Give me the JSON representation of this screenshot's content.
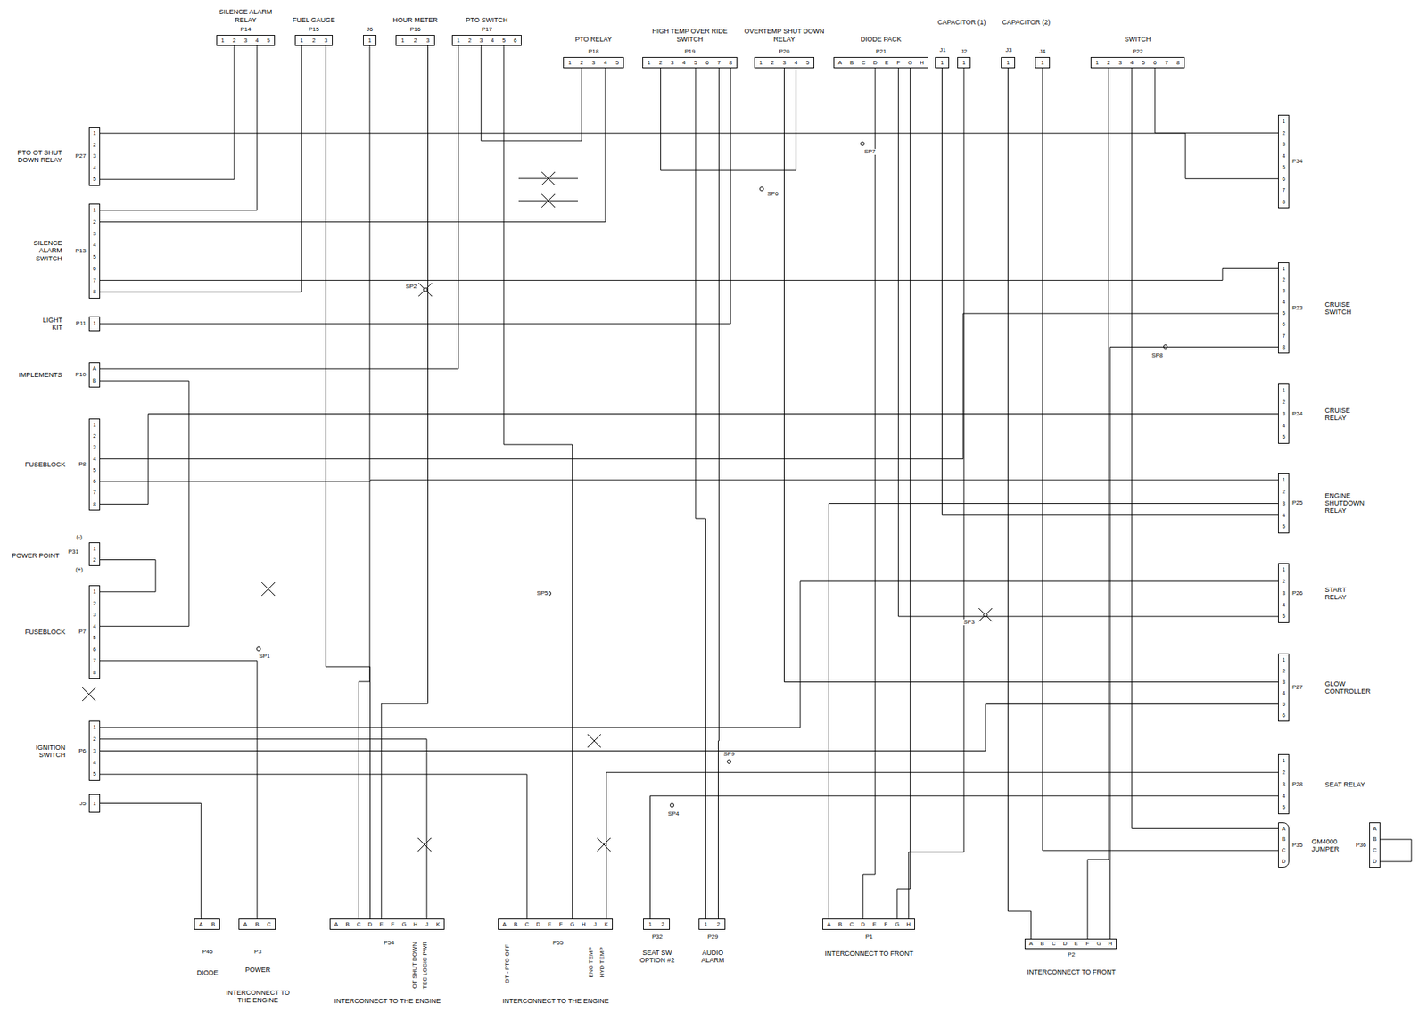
{
  "diagram": {
    "nodes": [
      {
        "text": [
          "SILENCE ALARM RELAY",
          "P14",
          "1",
          "2",
          "3",
          "4",
          "5"
        ]
      },
      {
        "text": [
          "FUEL GAUGE",
          "P15",
          "1",
          "2",
          "3"
        ]
      },
      {
        "text": [
          "J6",
          "1"
        ]
      },
      {
        "text": [
          "HOUR METER",
          "P16",
          "1",
          "2",
          "3"
        ]
      },
      {
        "text": [
          "PTO SWITCH",
          "P17",
          "1",
          "2",
          "3",
          "4",
          "5",
          "6"
        ]
      },
      {
        "text": [
          "PTO RELAY",
          "P18",
          "1",
          "2",
          "3",
          "4",
          "5"
        ]
      },
      {
        "text": [
          "HIGH TEMP OVER RIDE SWITCH",
          "P19",
          "1",
          "2",
          "3",
          "4",
          "5",
          "6",
          "7",
          "8"
        ]
      },
      {
        "text": [
          "OVERTEMP SHUT DOWN RELAY",
          "P20",
          "1",
          "2",
          "3",
          "4",
          "5"
        ]
      },
      {
        "text": [
          "DIODE PACK",
          "P21",
          "A",
          "B",
          "C",
          "D",
          "E",
          "F",
          "G",
          "H"
        ]
      },
      {
        "text": [
          "CAPACITOR (1)",
          "J1",
          "1"
        ]
      },
      {
        "text": [
          "J2",
          "1"
        ]
      },
      {
        "text": [
          "CAPACITOR (2)",
          "J3",
          "1"
        ]
      },
      {
        "text": [
          "J4",
          "1"
        ]
      },
      {
        "text": [
          "SWITCH",
          "P22",
          "1",
          "2",
          "3",
          "4",
          "5",
          "6",
          "7",
          "8"
        ]
      },
      {
        "text": [
          "PTO OT SHUT DOWN RELAY",
          "P27",
          "1",
          "2",
          "3",
          "4",
          "5"
        ]
      },
      {
        "text": [
          "SILENCE ALARM SWITCH",
          "P13",
          "1",
          "2",
          "3",
          "4",
          "5",
          "6",
          "7",
          "8"
        ]
      },
      {
        "text": [
          "LIGHT KIT",
          "P11",
          "1"
        ]
      },
      {
        "text": [
          "IMPLEMENTS",
          "P10",
          "A",
          "B"
        ]
      },
      {
        "text": [
          "FUSEBLOCK",
          "P8",
          "1",
          "2",
          "3",
          "4",
          "5",
          "6",
          "7",
          "8"
        ]
      },
      {
        "text": [
          "POWER POINT",
          "P31",
          "(-)",
          "(+)",
          "1",
          "2"
        ]
      },
      {
        "text": [
          "FUSEBLOCK",
          "P7",
          "1",
          "2",
          "3",
          "4",
          "5",
          "6",
          "7",
          "8"
        ]
      },
      {
        "text": [
          "IGNITION SWITCH",
          "P6",
          "1",
          "2",
          "3",
          "4",
          "5"
        ]
      },
      {
        "text": [
          "J5",
          "1"
        ]
      },
      {
        "text": [
          "P34",
          "1",
          "2",
          "3",
          "4",
          "5",
          "6",
          "7",
          "8"
        ]
      },
      {
        "text": [
          "CRUISE SWITCH",
          "P23",
          "1",
          "2",
          "3",
          "4",
          "5",
          "6",
          "7",
          "8"
        ]
      },
      {
        "text": [
          "CRUISE RELAY",
          "P24",
          "1",
          "2",
          "3",
          "4",
          "5"
        ]
      },
      {
        "text": [
          "ENGINE SHUTDOWN RELAY",
          "P25",
          "1",
          "2",
          "3",
          "4",
          "5"
        ]
      },
      {
        "text": [
          "START RELAY",
          "P26",
          "1",
          "2",
          "3",
          "4",
          "5"
        ]
      },
      {
        "text": [
          "GLOW CONTROLLER",
          "P27",
          "1",
          "2",
          "3",
          "4",
          "5",
          "6"
        ]
      },
      {
        "text": [
          "SEAT RELAY",
          "P28",
          "1",
          "2",
          "3",
          "4",
          "5"
        ]
      },
      {
        "text": [
          "GM4000 JUMPER",
          "P35",
          "A",
          "B",
          "C",
          "D"
        ]
      },
      {
        "text": [
          "P36",
          "A",
          "B",
          "C",
          "D"
        ]
      },
      {
        "text": [
          "P45",
          "DIODE",
          "A",
          "B"
        ]
      },
      {
        "text": [
          "P3",
          "POWER",
          "INTERCONNECT TO THE ENGINE",
          "A",
          "B",
          "C"
        ]
      },
      {
        "text": [
          "P54",
          "OT SHUT DOWN",
          "TEC LOGIC PWR",
          "INTERCONNECT TO THE ENGINE",
          "A",
          "B",
          "C",
          "D",
          "E",
          "F",
          "G",
          "H",
          "J",
          "K"
        ]
      },
      {
        "text": [
          "P55",
          "OT - PTO OFF",
          "ENG TEMP",
          "HYD TEMP",
          "INTERCONNECT TO THE ENGINE",
          "A",
          "B",
          "C",
          "D",
          "E",
          "F",
          "G",
          "H",
          "J",
          "K"
        ]
      },
      {
        "text": [
          "P32",
          "SEAT SW OPTION #2",
          "1",
          "2"
        ]
      },
      {
        "text": [
          "P29",
          "AUDIO ALARM",
          "1",
          "2"
        ]
      },
      {
        "text": [
          "P1",
          "INTERCONNECT TO FRONT",
          "A",
          "B",
          "C",
          "D",
          "E",
          "F",
          "G",
          "H"
        ]
      },
      {
        "text": [
          "P2",
          "INTERCONNECT TO FRONT",
          "A",
          "B",
          "C",
          "D",
          "E",
          "F",
          "G",
          "H"
        ]
      }
    ],
    "edges": [
      {
        "from": 0,
        "to": 15,
        "arrow": "none"
      },
      {
        "from": 0,
        "to": 14,
        "arrow": "none"
      },
      {
        "from": 1,
        "to": 15,
        "arrow": "none"
      },
      {
        "from": 1,
        "to": 34,
        "arrow": "none"
      },
      {
        "from": 3,
        "to": 34,
        "arrow": "none"
      },
      {
        "from": 2,
        "to": 34,
        "arrow": "none"
      },
      {
        "from": 4,
        "to": 17,
        "arrow": "none"
      },
      {
        "from": 4,
        "to": 5,
        "arrow": "none"
      },
      {
        "from": 4,
        "to": 35,
        "arrow": "none"
      },
      {
        "from": 5,
        "to": 15,
        "arrow": "none"
      },
      {
        "from": 6,
        "to": 7,
        "arrow": "none"
      },
      {
        "from": 6,
        "to": 37,
        "arrow": "none"
      },
      {
        "from": 7,
        "to": 28,
        "arrow": "none"
      },
      {
        "from": 8,
        "to": 38,
        "arrow": "none"
      },
      {
        "from": 8,
        "to": 27,
        "arrow": "none"
      },
      {
        "from": 8,
        "to": 38,
        "arrow": "none"
      },
      {
        "from": 11,
        "to": 39,
        "arrow": "none"
      },
      {
        "from": 12,
        "to": 30,
        "arrow": "none"
      },
      {
        "from": 13,
        "to": 39,
        "arrow": "none"
      },
      {
        "from": 13,
        "to": 30,
        "arrow": "none"
      },
      {
        "from": 13,
        "to": 23,
        "arrow": "none"
      },
      {
        "from": 18,
        "to": 24,
        "arrow": "none"
      },
      {
        "from": 18,
        "to": 26,
        "arrow": "none"
      },
      {
        "from": 18,
        "to": 25,
        "arrow": "none"
      },
      {
        "from": 19,
        "to": 20,
        "arrow": "none"
      },
      {
        "from": 20,
        "to": 17,
        "arrow": "none"
      },
      {
        "from": 21,
        "to": 27,
        "arrow": "none"
      },
      {
        "from": 21,
        "to": 28,
        "arrow": "none"
      },
      {
        "from": 21,
        "to": 35,
        "arrow": "none"
      },
      {
        "from": 22,
        "to": 32,
        "arrow": "none"
      },
      {
        "from": 20,
        "to": 33,
        "arrow": "none"
      },
      {
        "from": 36,
        "to": 29,
        "arrow": "none"
      },
      {
        "from": 35,
        "to": 29,
        "arrow": "none"
      },
      {
        "from": 38,
        "to": 26,
        "arrow": "none"
      },
      {
        "from": 39,
        "to": 24,
        "arrow": "none"
      },
      {
        "from": 15,
        "to": 24,
        "arrow": "none"
      },
      {
        "from": 14,
        "to": 23,
        "arrow": "none"
      },
      {
        "from": 34,
        "to": 21,
        "arrow": "none"
      },
      {
        "from": 16,
        "to": 6,
        "arrow": "none"
      },
      {
        "from": 37,
        "to": 6,
        "arrow": "none"
      },
      {
        "from": 10,
        "to": 38,
        "arrow": "none"
      },
      {
        "from": 9,
        "to": 26,
        "arrow": "none"
      }
    ],
    "labels": [
      "SP7",
      "SP6",
      "SP2",
      "SP8",
      "SP5",
      "SP3",
      "SP1",
      "SP9",
      "SP4"
    ]
  }
}
